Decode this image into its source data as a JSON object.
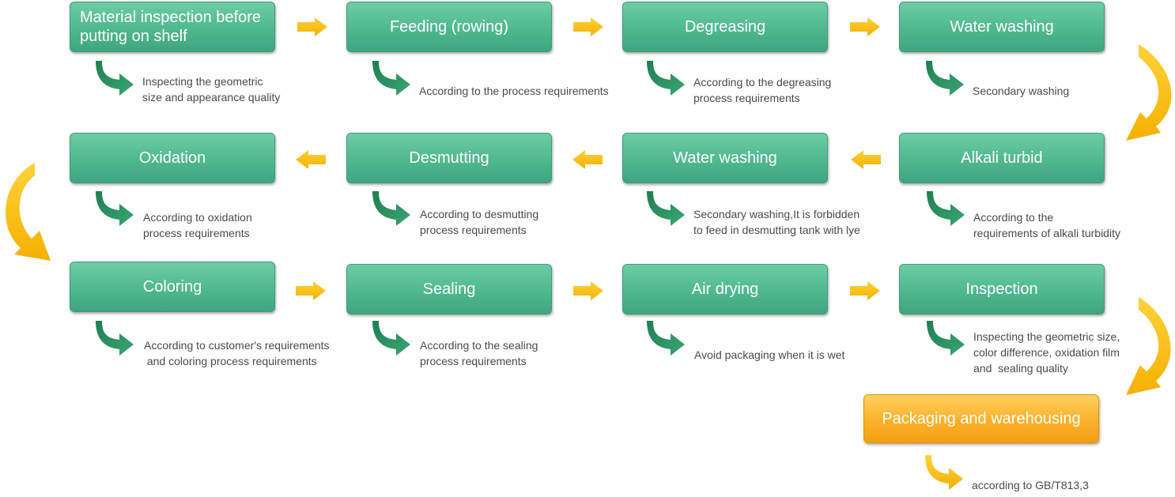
{
  "steps": [
    {
      "title": "Material inspection before\nputting on shelf",
      "note": "Inspecting the geometric\nsize and appearance quality"
    },
    {
      "title": "Feeding (rowing)",
      "note": "According to the process requirements"
    },
    {
      "title": "Degreasing",
      "note": "According to the degreasing\nprocess requirements"
    },
    {
      "title": "Water washing",
      "note": "Secondary washing"
    },
    {
      "title": "Alkali turbid",
      "note": "According to the\nrequirements of alkali turbidity"
    },
    {
      "title": "Water washing",
      "note": "Secondary washing,It is forbidden\nto feed in desmutting tank with lye"
    },
    {
      "title": "Desmutting",
      "note": "According to desmutting\nprocess requirements"
    },
    {
      "title": "Oxidation",
      "note": "According to oxidation\nprocess requirements"
    },
    {
      "title": "Coloring",
      "note": "According to customer's requirements\n and coloring process requirements"
    },
    {
      "title": "Sealing",
      "note": "According to the sealing\nprocess requirements"
    },
    {
      "title": "Air drying",
      "note": "Avoid packaging when it is wet"
    },
    {
      "title": "Inspection",
      "note": "Inspecting the geometric size,\ncolor difference, oxidation film\nand  sealing quality"
    },
    {
      "title": "Packaging and warehousing",
      "note": "according to GB/T813,3"
    }
  ],
  "colors": {
    "step_green": "#4fb88f",
    "final_orange": "#fbb12a",
    "note_arrow_green": "#2e8a5e",
    "flow_arrow_yellow": "#ffc20e"
  }
}
